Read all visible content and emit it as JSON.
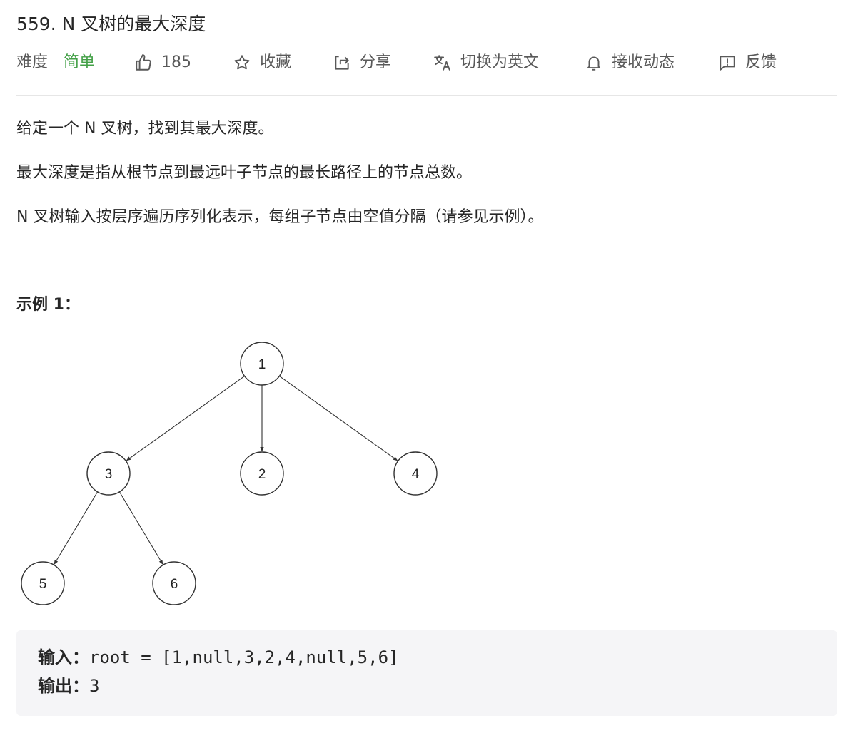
{
  "problem": {
    "title": "559. N 叉树的最大深度"
  },
  "toolbar": {
    "difficulty_label": "难度",
    "difficulty_value": "简单",
    "difficulty_color": "#43a047",
    "likes": "185",
    "favorite": "收藏",
    "share": "分享",
    "translate": "切换为英文",
    "notify": "接收动态",
    "feedback": "反馈",
    "icons": [
      "thumbs-up-icon",
      "star-icon",
      "share-icon",
      "translate-icon",
      "bell-icon",
      "feedback-icon"
    ]
  },
  "description": {
    "p1": "给定一个 N 叉树，找到其最大深度。",
    "p2": "最大深度是指从根节点到最远叶子节点的最长路径上的节点总数。",
    "p3": "N 叉树输入按层序遍历序列化表示，每组子节点由空值分隔（请参见示例）。"
  },
  "example": {
    "title": "示例 1：",
    "tree": {
      "nodes": [
        "1",
        "3",
        "2",
        "4",
        "5",
        "6"
      ],
      "edges": [
        [
          "1",
          "3"
        ],
        [
          "1",
          "2"
        ],
        [
          "1",
          "4"
        ],
        [
          "3",
          "5"
        ],
        [
          "3",
          "6"
        ]
      ]
    },
    "input_label": "输入：",
    "input_value": "root = [1,null,3,2,4,null,5,6]",
    "output_label": "输出：",
    "output_value": "3"
  }
}
